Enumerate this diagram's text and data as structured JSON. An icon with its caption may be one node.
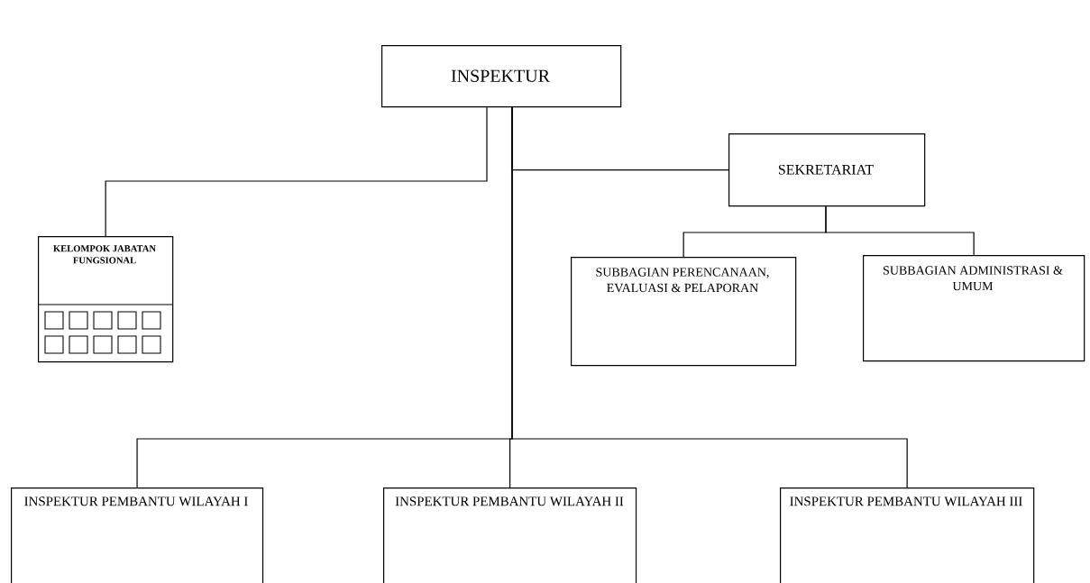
{
  "diagram": {
    "nodes": [
      {
        "text": [
          "INSPEKTUR"
        ]
      },
      {
        "text": [
          "SEKRETARIAT"
        ]
      },
      {
        "text": [
          "KELOMPOK JABATAN FUNGSIONAL"
        ]
      },
      {
        "text": [
          "SUBBAGIAN PERENCANAAN, EVALUASI & PELAPORAN"
        ]
      },
      {
        "text": [
          "SUBBAGIAN ADMINISTRASI & UMUM"
        ]
      },
      {
        "text": [
          "INSPEKTUR PEMBANTU WILAYAH I"
        ]
      },
      {
        "text": [
          "INSPEKTUR PEMBANTU WILAYAH II"
        ]
      },
      {
        "text": [
          "INSPEKTUR PEMBANTU WILAYAH III"
        ]
      }
    ],
    "edges": [
      {
        "from": 0,
        "to": 1,
        "arrow": "none"
      },
      {
        "from": 0,
        "to": 2,
        "arrow": "none"
      },
      {
        "from": 0,
        "to": 5,
        "arrow": "none"
      },
      {
        "from": 0,
        "to": 6,
        "arrow": "none"
      },
      {
        "from": 0,
        "to": 7,
        "arrow": "none"
      },
      {
        "from": 1,
        "to": 3,
        "arrow": "none"
      },
      {
        "from": 1,
        "to": 4,
        "arrow": "none"
      }
    ]
  }
}
